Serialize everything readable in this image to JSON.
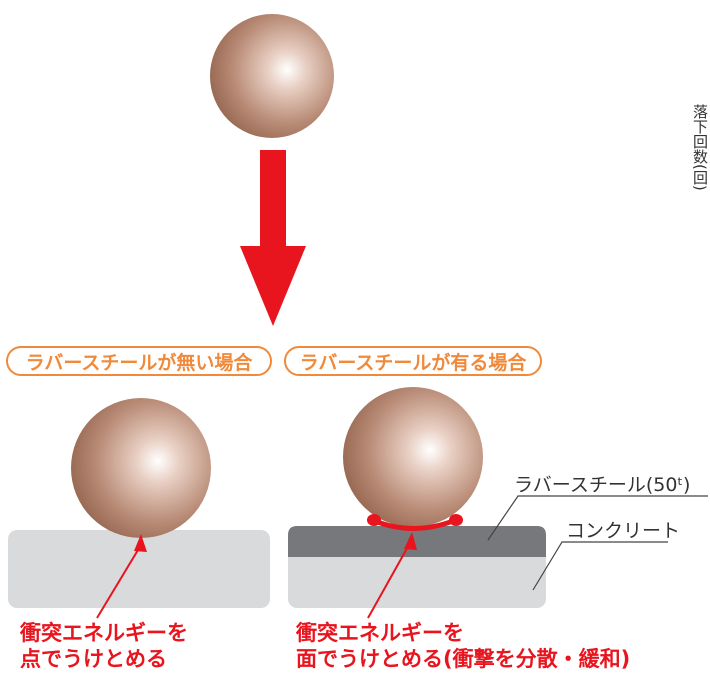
{
  "labels": {
    "without": "ラバースチールが無い場合",
    "with": "ラバースチールが有る場合",
    "rubber_steel": "ラバースチール(50ᵗ)",
    "concrete": "コンクリート",
    "fall_count": "落下回数(回)"
  },
  "captions": {
    "left_line1": "衝突エネルギーを",
    "left_line2": "点でうけとめる",
    "right_line1": "衝突エネルギーを",
    "right_line2": "面でうけとめる(衝撃を分散・緩和)"
  },
  "colors": {
    "arrow": "#e8141e",
    "pill_border": "#f08a3a",
    "concrete": "#d9dadb",
    "rubber": "#77787b",
    "ball_dark": "#9a6b55",
    "ball_light": "#ffffff"
  }
}
